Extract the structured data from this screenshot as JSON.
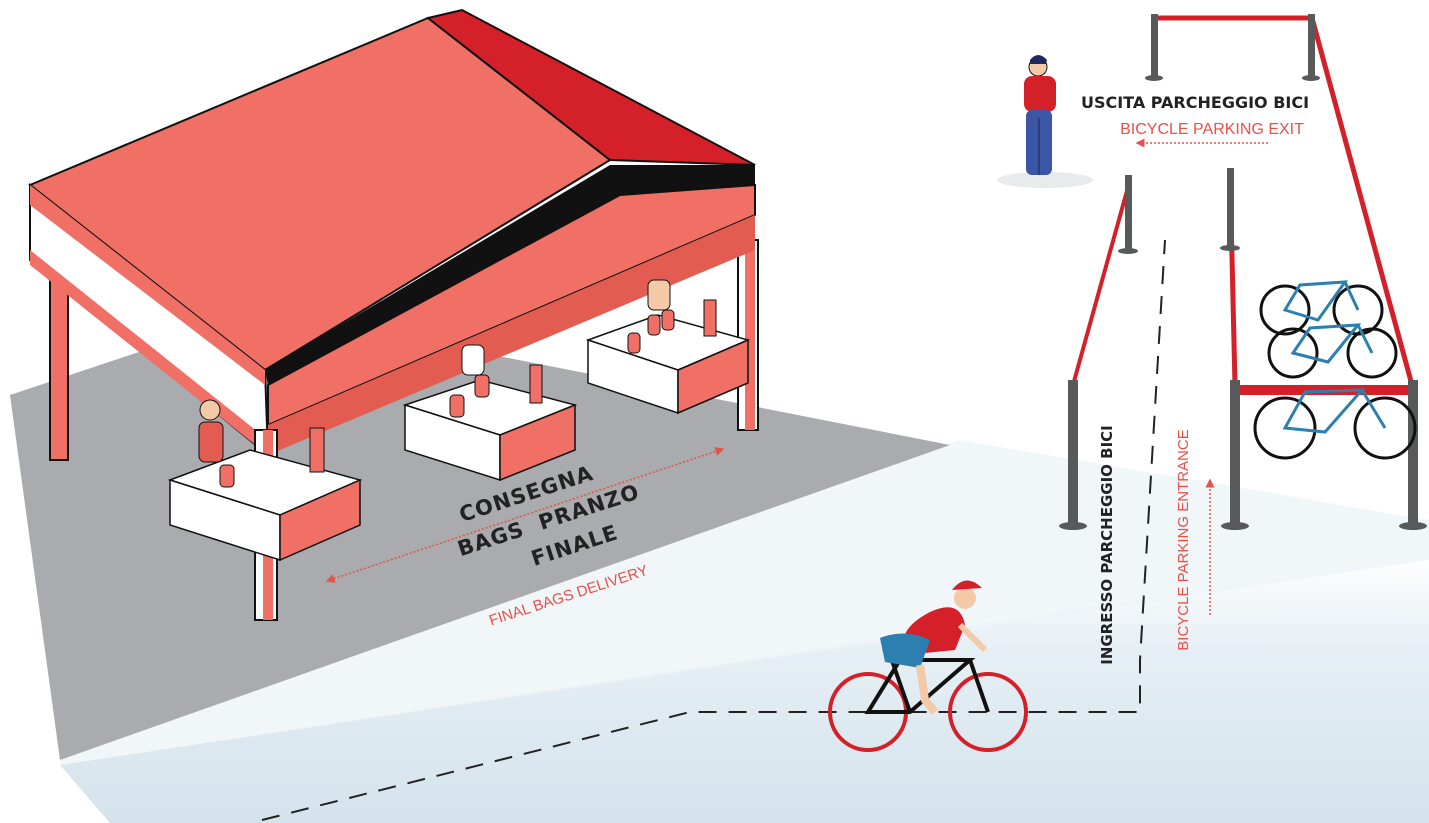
{
  "colors": {
    "accent_red": "#d42028",
    "salmon": "#f07065",
    "light_salmon": "#f4a394",
    "ground_grey": "#a9abae",
    "floor_blue": "#d8e6ee",
    "pole_dark": "#58595b",
    "text_dark": "#222222",
    "text_red": "#e8504a",
    "bike_blue": "#2c7fae"
  },
  "labels": {
    "consegna_line1": "CONSEGNA",
    "consegna_line2": "BAGS  PRANZO",
    "consegna_line3": "FINALE",
    "final_bags_delivery": "FINAL BAGS DELIVERY",
    "uscita_parcheggio": "USCITA PARCHEGGIO BICI",
    "bicycle_parking_exit": "BICYCLE PARKING EXIT",
    "ingresso_parcheggio": "INGRESSO PARCHEGGIO BICI",
    "bicycle_parking_entrance": "BICYCLE PARKING ENTRANCE"
  },
  "icons": [
    "tent-icon",
    "delivery-table-icon",
    "staff-person-icon",
    "standing-person-icon",
    "cyclist-icon",
    "parked-bicycle-icon",
    "stanchion-icon",
    "arrow-icon"
  ]
}
